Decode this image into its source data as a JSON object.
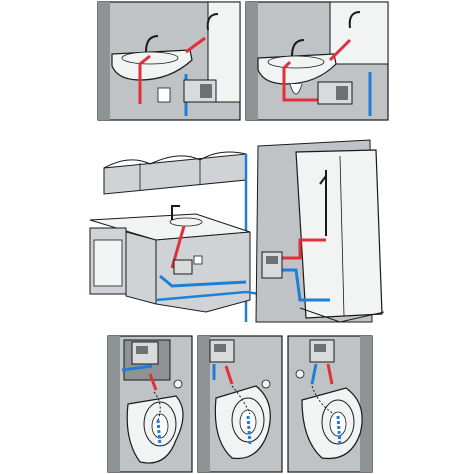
{
  "colors": {
    "background": "#ffffff",
    "wall": "#bfc3c6",
    "wall_dark": "#8e9396",
    "fixture": "#f2f3f3",
    "outline": "#1a1a1a",
    "hot_pipe": "#e0303a",
    "cold_pipe": "#1f7fd8",
    "heater_body": "#d8dadb",
    "cabinet": "#d0d3d5",
    "drain_dash": "#1f7fd8"
  },
  "panels": [
    {
      "id": "panel-basin-undersink-a",
      "subject": "wash-basin-with-undersink-heater-and-tap"
    },
    {
      "id": "panel-basin-undersink-b",
      "subject": "wash-basin-with-undersink-heater-and-bath-tap"
    },
    {
      "id": "panel-kitchen-shower",
      "subject": "kitchen-sink-and-shower-supplied-by-instantaneous-heaters"
    },
    {
      "id": "panel-toilet-a",
      "subject": "toilet-with-wall-mounted-heater"
    },
    {
      "id": "panel-toilet-b",
      "subject": "toilet-with-wall-mounted-heater-side-view"
    },
    {
      "id": "panel-toilet-c",
      "subject": "toilet-with-wall-mounted-heater-corner"
    }
  ]
}
